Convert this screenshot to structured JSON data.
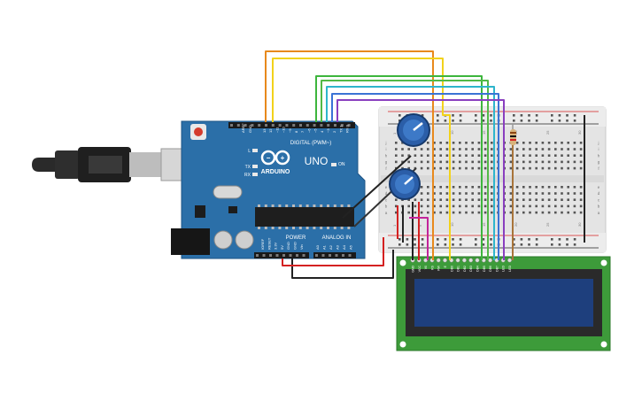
{
  "arduino": {
    "brand": "ARDUINO",
    "model": "UNO",
    "digital_label": "DIGITAL (PWM~)",
    "power_label": "POWER",
    "analog_label": "ANALOG IN",
    "on_label": "ON",
    "tx_label": "TX",
    "rx_label": "RX",
    "l_label": "L",
    "aref_label": "AREF",
    "gnd_label": "GND",
    "digital_pins": [
      "13",
      "12",
      "~11",
      "~10",
      "~9",
      "8",
      "7",
      "~6",
      "~5",
      "4",
      "~3",
      "2",
      "TX 1",
      "RX 0"
    ],
    "power_pins": [
      "IOREF",
      "RESET",
      "3.3V",
      "5V",
      "GND",
      "GND",
      "Vin"
    ],
    "analog_pins": [
      "A0",
      "A1",
      "A2",
      "A3",
      "A4",
      "A5"
    ],
    "board_color": "#2b6fa8"
  },
  "breadboard": {
    "columns_top": [
      "1",
      "5",
      "10",
      "15",
      "20",
      "25",
      "30"
    ],
    "rows_left": [
      "j",
      "i",
      "h",
      "g",
      "f",
      "e",
      "d",
      "c",
      "b",
      "a"
    ]
  },
  "lcd": {
    "pin_labels": [
      "GND",
      "VCC",
      "V0",
      "RS",
      "RW",
      "E",
      "DB0",
      "DB1",
      "DB2",
      "DB3",
      "DB4",
      "DB5",
      "DB6",
      "DB7",
      "LED",
      "LED"
    ],
    "pcb_color": "#3d9b3a",
    "screen_color": "#1e3f7d"
  },
  "wire_colors": {
    "orange": "#e8891c",
    "yellow": "#f2d21b",
    "green": "#3db53d",
    "cyan": "#2eb5cc",
    "blue": "#3a73d6",
    "purple": "#8a3fbf",
    "black": "#222222",
    "red": "#d42121",
    "brown": "#a8743a",
    "magenta": "#c2249a"
  }
}
